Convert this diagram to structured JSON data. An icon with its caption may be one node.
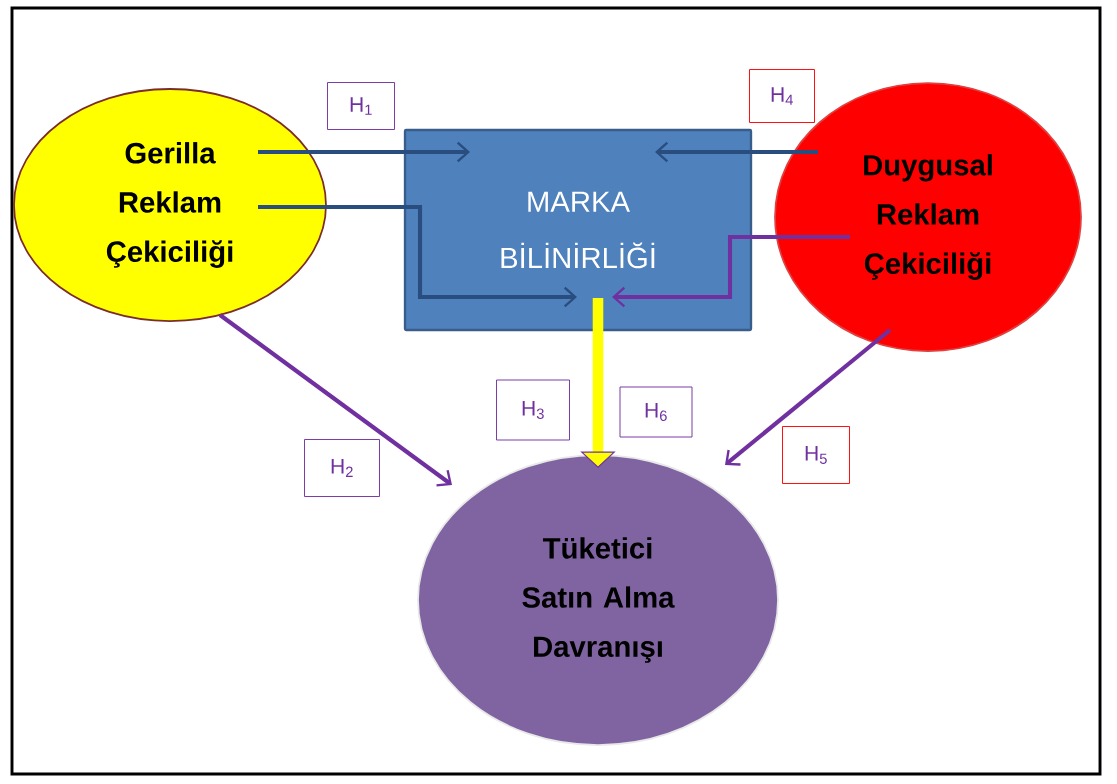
{
  "diagram": {
    "nodes": [
      {
        "text": [
          "Gerilla Reklam Çekiciliği"
        ]
      },
      {
        "text": [
          "MARKA BİLİNİRLİĞİ"
        ]
      },
      {
        "text": [
          "Duygusal Reklam Çekiciliği"
        ]
      },
      {
        "text": [
          "Tüketici Satın Alma Davranışı"
        ]
      },
      {
        "text": [
          "H$_{1}$"
        ]
      },
      {
        "text": [
          "H$_{4}$"
        ]
      },
      {
        "text": [
          "H$_{3}$"
        ]
      },
      {
        "text": [
          "H$_{6}$"
        ]
      },
      {
        "text": [
          "H$_{2}$"
        ]
      },
      {
        "text": [
          "H$_{5}$"
        ]
      }
    ],
    "edges": [
      {
        "from": 0,
        "to": 1,
        "arrow": "to"
      },
      {
        "from": 0,
        "to": 1,
        "arrow": "to"
      },
      {
        "from": 2,
        "to": 1,
        "arrow": "to"
      },
      {
        "from": 2,
        "to": 1,
        "arrow": "to",
        "color": "#7030a0"
      },
      {
        "from": 1,
        "to": 3,
        "arrow": "to",
        "style": "thick",
        "color": "#ffff00"
      },
      {
        "from": 0,
        "to": 3,
        "arrow": "to",
        "color": "#7030a0"
      },
      {
        "from": 2,
        "to": 3,
        "arrow": "to",
        "color": "#7030a0"
      }
    ]
  }
}
